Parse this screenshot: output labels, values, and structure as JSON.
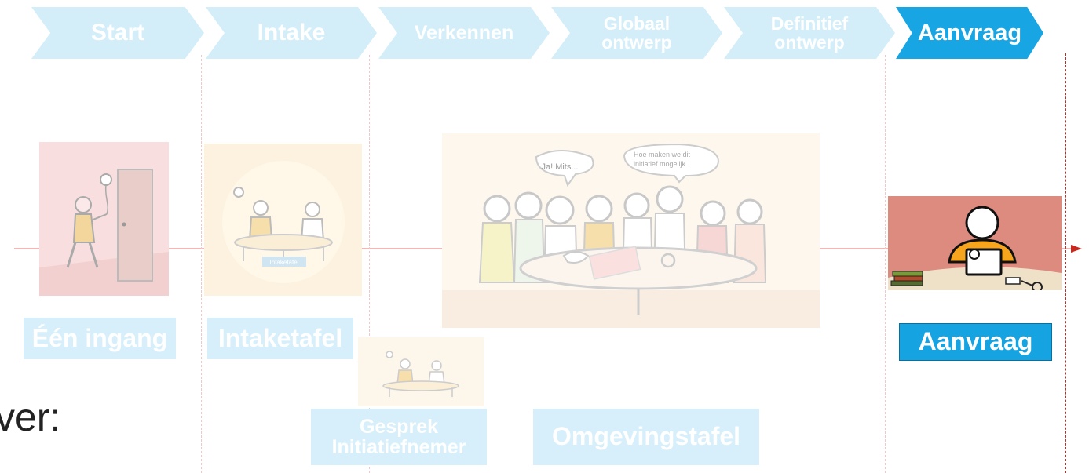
{
  "steps": [
    {
      "label_line1": "Start",
      "label_line2": ""
    },
    {
      "label_line1": "Intake",
      "label_line2": ""
    },
    {
      "label_line1": "Verkennen",
      "label_line2": ""
    },
    {
      "label_line1": "Globaal",
      "label_line2": "ontwerp"
    },
    {
      "label_line1": "Definitief",
      "label_line2": "ontwerp"
    },
    {
      "label_line1": "Aanvraag",
      "label_line2": ""
    }
  ],
  "labels": {
    "een_ingang": "Één ingang",
    "intaketafel": "Intaketafel",
    "gesprek_line1": "Gesprek",
    "gesprek_line2": "Initiatiefnemer",
    "omgevingstafel": "Omgevingstafel",
    "aanvraag": "Aanvraag"
  },
  "illustrations": {
    "intake_table_sign": "Intaketafel",
    "bubble_left": "Ja! Mits...",
    "bubble_right_line1": "Hoe maken we dit",
    "bubble_right_line2": "initiatief mogelijk"
  },
  "side_text": "ver:",
  "colors": {
    "faded_chevron": "#d3eef9",
    "active_chevron": "#17a5e3",
    "timeline": "#f1b8b8",
    "red_marker": "#c8281e"
  }
}
